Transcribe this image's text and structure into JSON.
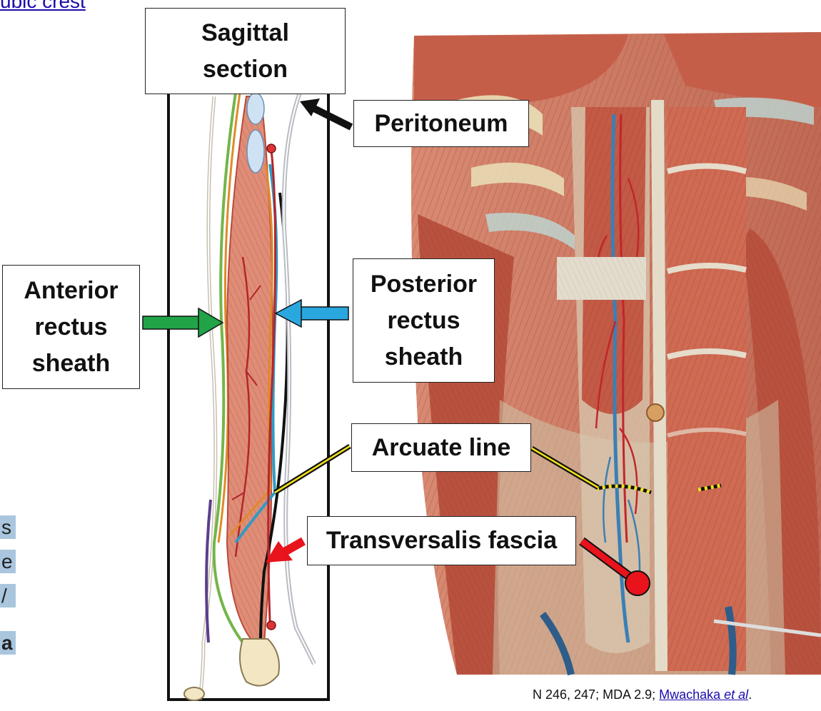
{
  "top_link": "ubic crest",
  "left_cutoff": {
    "fragments": [
      "s",
      "e",
      "/",
      "a"
    ]
  },
  "labels": {
    "sagittal": "Sagittal\nsection",
    "peritoneum": "Peritoneum",
    "anterior": "Anterior\nrectus\nsheath",
    "posterior": "Posterior\nrectus\nsheath",
    "arcuate": "Arcuate line",
    "transversalis": "Transversalis fascia"
  },
  "citation": {
    "prefix": "N 246, 247; MDA 2.9; ",
    "link_main": "Mwachaka ",
    "link_italic": "et al",
    "suffix": "."
  },
  "colors": {
    "muscle": "#c8604c",
    "muscle_light": "#e29a86",
    "anterior_arrow": "#21a348",
    "posterior_arrow": "#2ba7e0",
    "transversalis_arrow": "#e8131b",
    "arcuate_line": "#f2e11a",
    "peritoneum_layer": "#b8bcc2",
    "anterior_layer": "#74b54a",
    "posterior_layer": "#2f9bc4",
    "orange_layer": "#e08a2a",
    "cartilage": "#cfe2f3",
    "bone": "#f3e6c2"
  }
}
